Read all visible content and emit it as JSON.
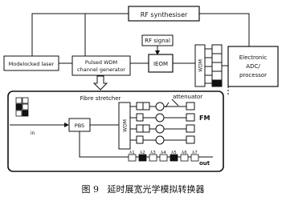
{
  "labels": {
    "rf_synthesiser": "RF synthesiser",
    "rf_signal": "RF signal",
    "ieom": "IEOM",
    "modelocked_laser": "Modelocked laser",
    "pulsed_wdm_line1": "Pulsed WDM",
    "pulsed_wdm_line2": "channel generator",
    "wdm_top": "WDM",
    "electronic_line1": "Electronic",
    "electronic_line2": "ADC/",
    "electronic_line3": "processor",
    "fibre_stretcher": "Fibre stretcher",
    "attenuator": "attenuator",
    "pbs": "PBS",
    "wdm_inner": "WDM",
    "fm": "FM",
    "in": "in",
    "out": "out",
    "lambda_labels": [
      "λ1",
      "λ2",
      "λ3",
      "λ4",
      "λ5",
      "λ6",
      "λ7"
    ]
  },
  "caption": {
    "figure_number": "图 9",
    "text": "延时展宽光学模拟转换器"
  }
}
